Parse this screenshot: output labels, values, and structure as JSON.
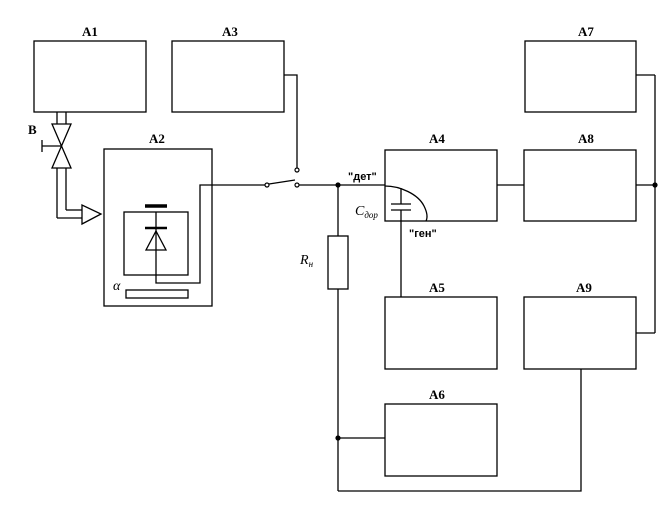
{
  "blocks": {
    "a1": "А1",
    "a2": "А2",
    "a3": "А3",
    "a4": "А4",
    "a5": "А5",
    "a6": "А6",
    "a7": "А7",
    "a8": "А8",
    "a9": "А9"
  },
  "labels": {
    "valve": "В",
    "alpha": "α",
    "resistor_main": "R",
    "resistor_sub": "н",
    "capacitor_main": "C",
    "capacitor_sub": "дор",
    "mode_det": "\"дет\"",
    "mode_gen": "\"ген\""
  },
  "colors": {
    "line": "#000000",
    "background": "#ffffff"
  }
}
